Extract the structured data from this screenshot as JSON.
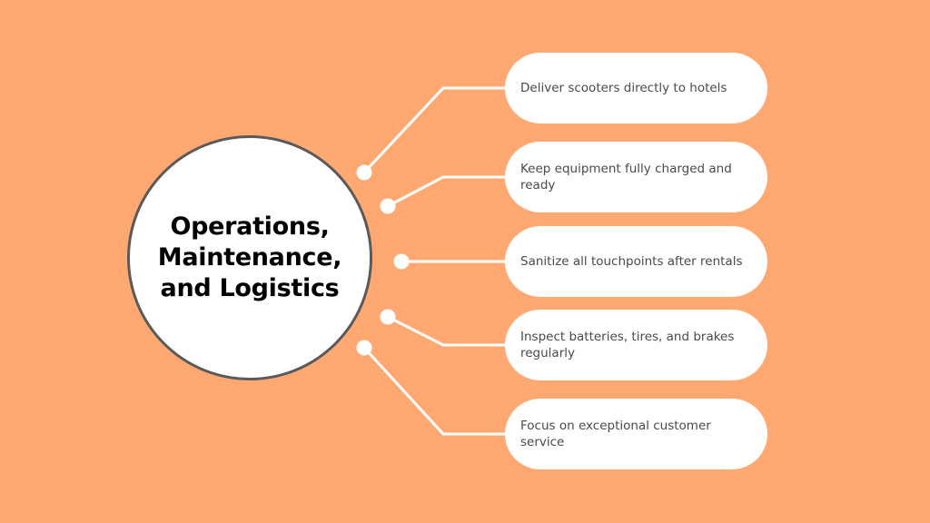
{
  "diagram": {
    "center": {
      "title": "Operations,\nMaintenance,\nand Logistics"
    },
    "items": [
      {
        "label": "Deliver scooters directly to hotels"
      },
      {
        "label": "Keep equipment fully charged and ready"
      },
      {
        "label": "Sanitize all touchpoints after rentals"
      },
      {
        "label": "Inspect batteries, tires, and brakes regularly"
      },
      {
        "label": "Focus on exceptional customer service"
      }
    ]
  },
  "colors": {
    "background": "#FFA872",
    "node_fill": "#FFFFFF",
    "hub_border": "#5A5A5A",
    "connector": "#FFFFFF",
    "title_text": "#000000",
    "item_text": "#4A4A4A"
  }
}
